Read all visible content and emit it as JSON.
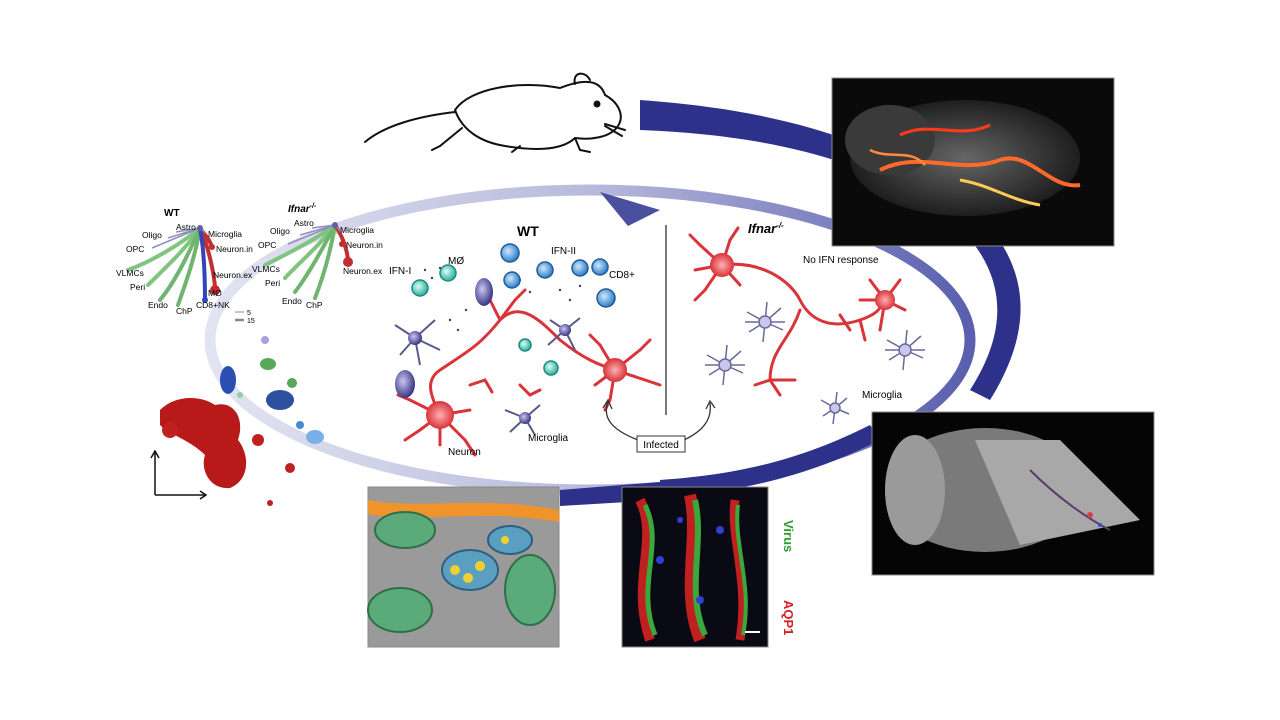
{
  "tree_wt": {
    "title": "WT",
    "labels": [
      "Astro",
      "Oligo",
      "OPC",
      "Microglia",
      "Neuron.in",
      "Neuron.ex",
      "VLMCs",
      "Peri",
      "Endo",
      "ChP",
      "MØ",
      "CD8+NK"
    ]
  },
  "tree_ko": {
    "title": "Ifnar",
    "title_sup": "-/-",
    "labels": [
      "Astro",
      "Oligo",
      "OPC",
      "Microglia",
      "Neuron.in",
      "Neuron.ex",
      "VLMCs",
      "Peri",
      "Endo",
      "ChP"
    ]
  },
  "scale_legend": [
    "5",
    "15"
  ],
  "wt_panel": {
    "title": "WT",
    "labels": {
      "ifn1": "IFN-I",
      "mo": "MØ",
      "ifn2": "IFN-II",
      "cd8": "CD8+",
      "neuron": "Neuron",
      "microglia": "Microglia"
    }
  },
  "ko_panel": {
    "title": "Ifnar",
    "title_sup": "-/-",
    "no_response": "No IFN response",
    "microglia": "Microglia"
  },
  "infected_label": "Infected",
  "micrograph": {
    "virus_label": "Virus",
    "aqp_label": "AQP1"
  },
  "colors": {
    "arc": "#2d318a",
    "neuron": "#d8343a",
    "microglia": "#5a5a8a",
    "virus": "#2e9e2e",
    "aqp": "#d42020"
  }
}
